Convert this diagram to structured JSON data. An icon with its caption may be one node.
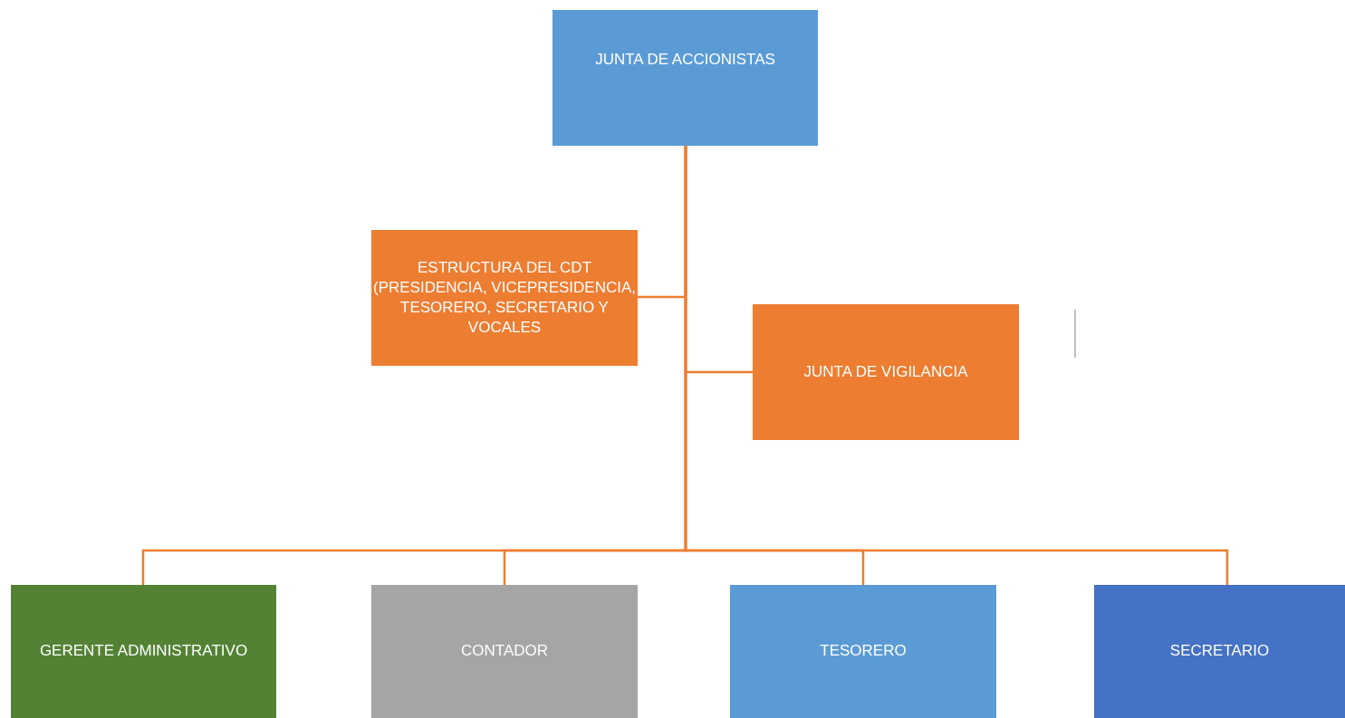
{
  "diagram": {
    "nodes": [
      {
        "text": [
          "JUNTA DE ACCIONISTAS"
        ]
      },
      {
        "text": [
          "ESTRUCTURA DEL CDT (PRESIDENCIA, VICEPRESIDENCIA, TESORERO, SECRETARIO Y VOCALES"
        ]
      },
      {
        "text": [
          "JUNTA DE VIGILANCIA"
        ]
      },
      {
        "text": [
          "GERENTE ADMINISTRATIVO"
        ]
      },
      {
        "text": [
          "CONTADOR"
        ]
      },
      {
        "text": [
          "TESORERO"
        ]
      },
      {
        "text": [
          "SECRETARIO"
        ]
      }
    ],
    "edges": [
      {
        "from": 0,
        "to": 1,
        "arrow": "none"
      },
      {
        "from": 0,
        "to": 2,
        "arrow": "none"
      },
      {
        "from": 0,
        "to": 3,
        "arrow": "none"
      },
      {
        "from": 0,
        "to": 4,
        "arrow": "none"
      },
      {
        "from": 0,
        "to": 5,
        "arrow": "none"
      },
      {
        "from": 0,
        "to": 6,
        "arrow": "none"
      }
    ]
  }
}
